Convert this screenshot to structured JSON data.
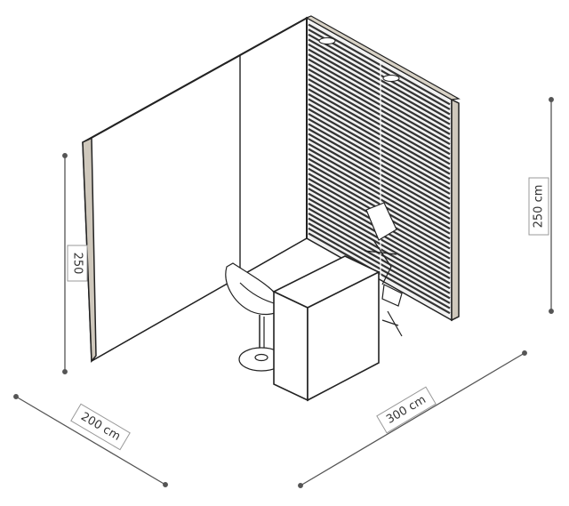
{
  "dimensions": {
    "height_left": "250",
    "height_right": "250 cm",
    "width_left": "200 cm",
    "width_right": "300 cm"
  },
  "colors": {
    "line": "#222222",
    "dimension_line": "#555555",
    "dimension_label_border": "#999999",
    "slat_dark": "#333333",
    "slat_light": "#f2f2f2",
    "wall_fill": "#ffffff",
    "frame_wood": "#c9c2b6"
  }
}
